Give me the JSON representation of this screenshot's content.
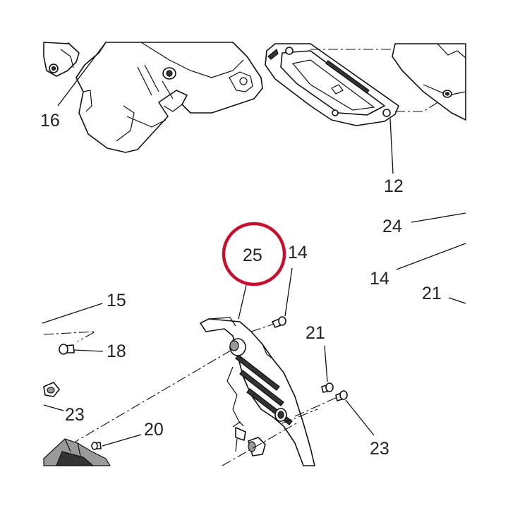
{
  "labels": {
    "l16": "16",
    "l12": "12",
    "l24": "24",
    "l14a": "14",
    "l14b": "14",
    "l21a": "21",
    "l21b": "21",
    "l15": "15",
    "l18": "18",
    "l23a": "23",
    "l23b": "23",
    "l20": "20",
    "l25": "25"
  },
  "colors": {
    "highlight": "#c8102e",
    "line": "#111111",
    "background": "#ffffff"
  }
}
